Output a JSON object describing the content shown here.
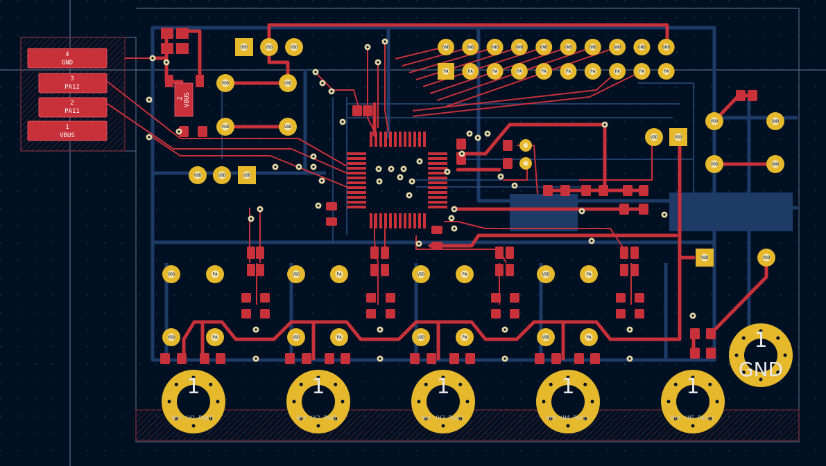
{
  "connector": {
    "pins": [
      {
        "num": "4",
        "name": "GND"
      },
      {
        "num": "3",
        "name": "PA12"
      },
      {
        "num": "2",
        "name": "PA11"
      },
      {
        "num": "1",
        "name": "VBUS"
      }
    ]
  },
  "small_part": {
    "num": "2",
    "name": "VBUS"
  },
  "pad_labels": {
    "vdd": "VDD",
    "pa": "PA",
    "gnd": "GND"
  },
  "mounting_holes": [
    {
      "label": "1",
      "net": "Net-(H1-Pad1)"
    },
    {
      "label": "1",
      "net": "Net-(H2-Pad1)"
    },
    {
      "label": "1",
      "net": "Net-(H3-Pad1)"
    },
    {
      "label": "1",
      "net": "Net-(H4-Pad1)"
    },
    {
      "label": "1",
      "net": "Net-(H5-Pad1)"
    }
  ],
  "gnd_hole": {
    "label": "1",
    "net": "GND"
  },
  "colors": {
    "background": "#001023",
    "front_copper": "#c8313a",
    "back_copper": "#1e3a66",
    "pad_gold": "#e6b82c",
    "via": "#e8d9a6",
    "edge": "#55617a",
    "keepout": "#8a2a35"
  }
}
